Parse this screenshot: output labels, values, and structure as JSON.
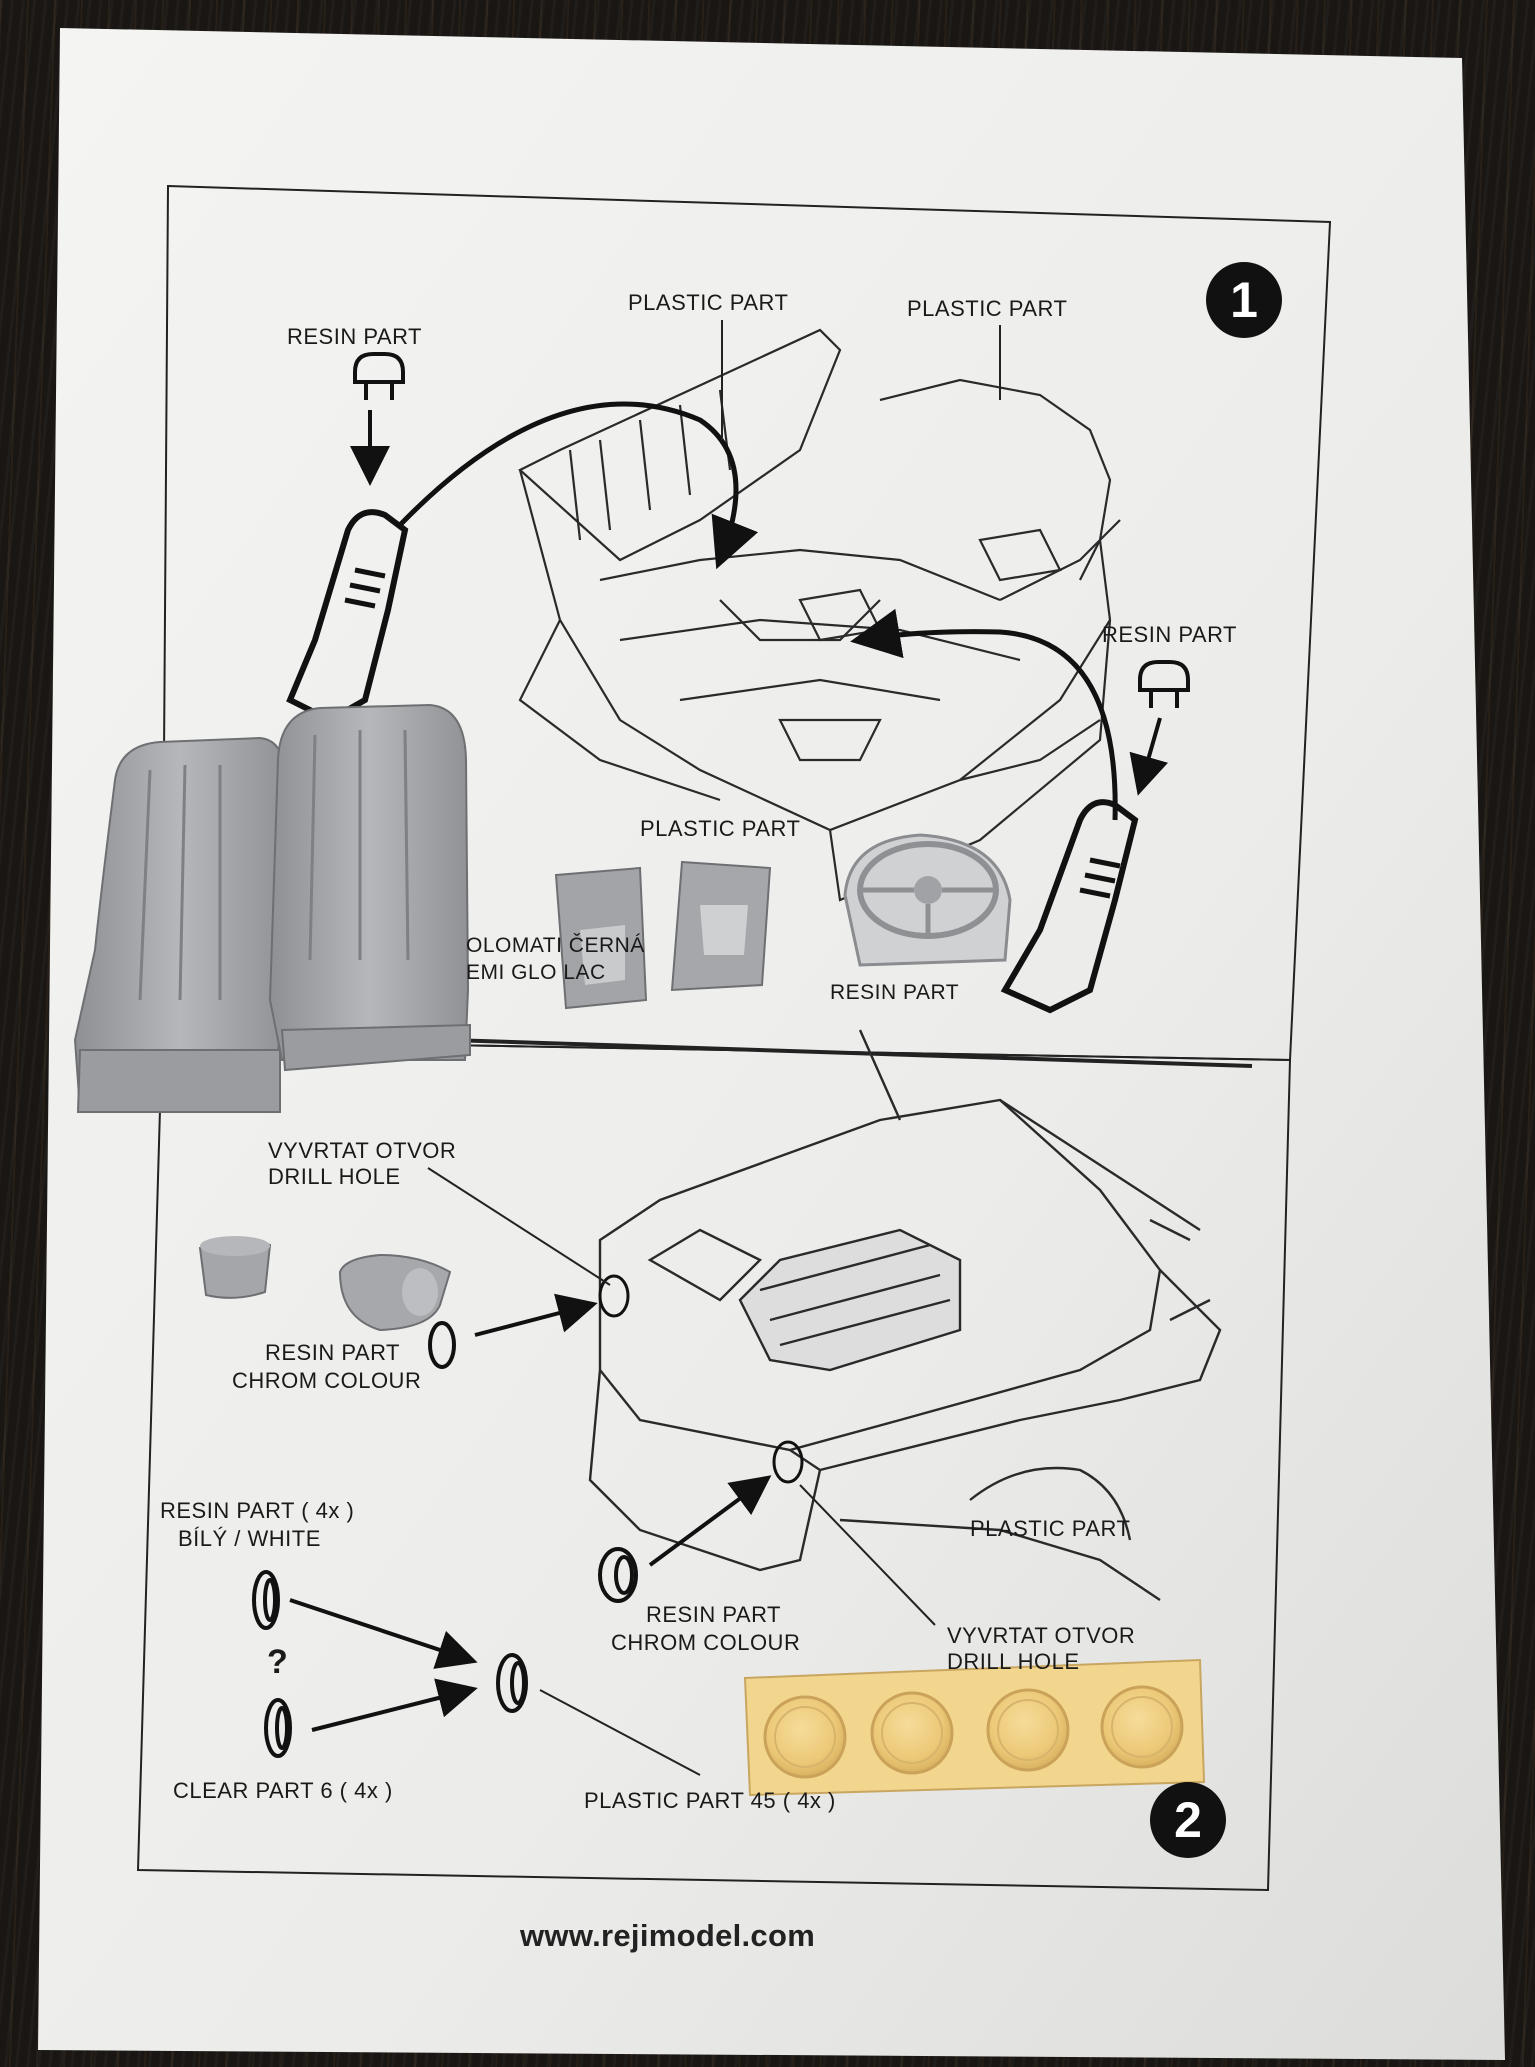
{
  "instruction_sheet": {
    "step1": {
      "number": "1",
      "labels": {
        "resin_part_top": "RESIN PART",
        "plastic_part_1": "PLASTIC PART",
        "plastic_part_2": "PLASTIC PART",
        "resin_part_right": "RESIN PART",
        "plastic_part_bottom": "PLASTIC PART",
        "resin_part_partial": "RESIN PART",
        "color_note_line1": "OLOMATI  ČERNÁ",
        "color_note_line2": "EMI GLO  LAC"
      }
    },
    "step2": {
      "number": "2",
      "labels": {
        "drill_hole_cz_left": "VYVRTAT OTVOR",
        "drill_hole_en_left": "DRILL HOLE",
        "resin_part_chrome_left": "RESIN PART",
        "chrom_colour_left": "CHROM COLOUR",
        "plastic_part_body": "PLASTIC PART",
        "resin_part_4x": "RESIN PART ( 4x )",
        "white_part": "BÍLÝ / WHITE",
        "question_mark": "?",
        "clear_part": "CLEAR PART 6 ( 4x )",
        "resin_part_chrome_center": "RESIN PART",
        "chrom_colour_center": "CHROM COLOUR",
        "drill_hole_cz_right": "VYVRTAT OTVOR",
        "drill_hole_en_right": "DRILL HOLE",
        "plastic_part_45": "PLASTIC PART 45 ( 4x )"
      }
    },
    "footer_url": "www.rejimodel.com"
  },
  "colors": {
    "paper": "#f2f2f0",
    "ink": "#1a1a1a",
    "resin_grey": "#a9abae",
    "clear_yellow": "#f3d68d",
    "table": "#1a1613"
  }
}
